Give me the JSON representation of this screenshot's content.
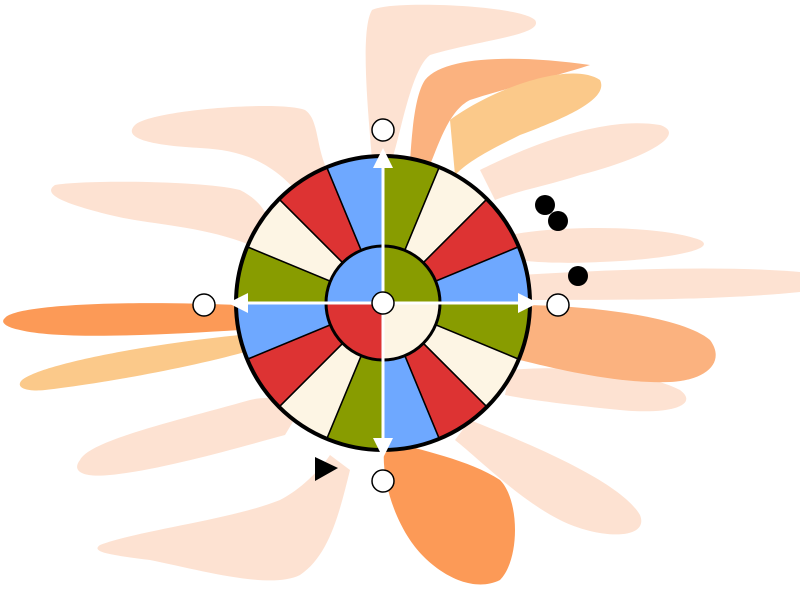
{
  "colors": {
    "background": "#ffffff",
    "petal_light": "#fde2d2",
    "petal_mid": "#fbb27f",
    "petal_orange": "#fc9a57",
    "petal_yellow": "#fbc98a",
    "red": "#dd3333",
    "blue": "#6ea8ff",
    "green": "#889c00",
    "cream": "#fdf5e4",
    "rim": "#000000",
    "arrow": "#ffffff",
    "handle_fill": "#ffffff",
    "handle_stroke": "#000000",
    "marker": "#000000"
  },
  "wheel": {
    "outer_sector_colors": [
      "green",
      "cream",
      "red",
      "blue",
      "green",
      "cream",
      "red",
      "blue",
      "green",
      "cream",
      "red",
      "blue",
      "green",
      "cream",
      "red",
      "blue"
    ],
    "inner_quadrant_colors": [
      "green",
      "cream",
      "red",
      "blue"
    ]
  },
  "controls": {
    "handles": [
      "top",
      "right",
      "bottom",
      "left",
      "center"
    ],
    "arrows": [
      "up",
      "right",
      "down",
      "left"
    ]
  },
  "markers": {
    "dots": 3,
    "play_triangle": "play-marker"
  }
}
